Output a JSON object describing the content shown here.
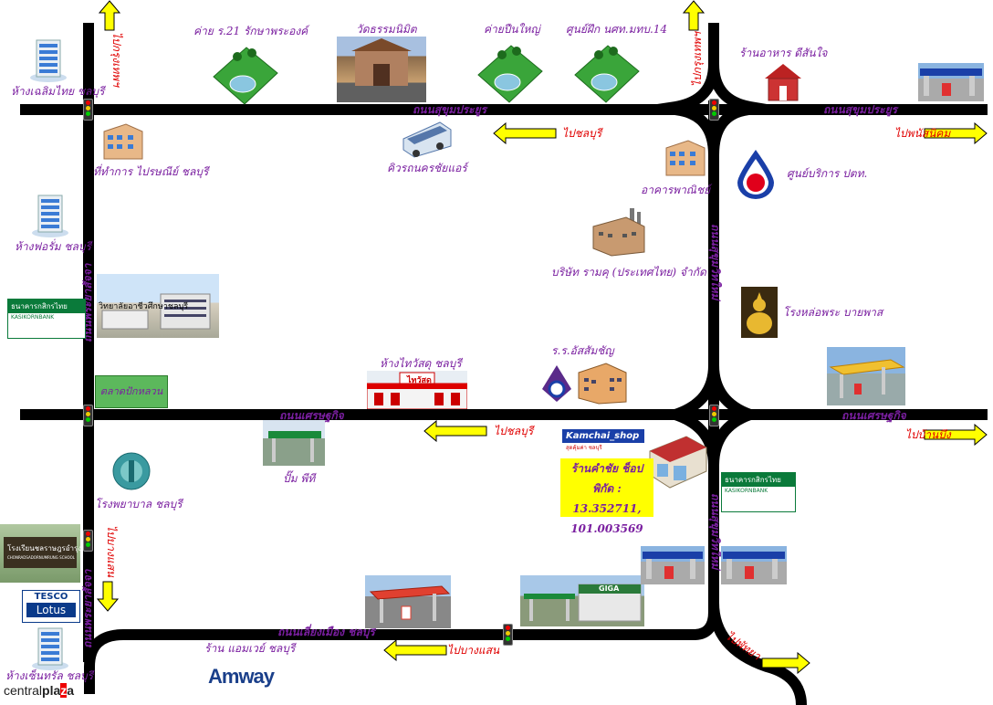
{
  "roads": {
    "sukhumvit_top_left": "ถนนสุขุมประยูร",
    "sukhumvit_top_right": "ถนนสุขุมประยูร",
    "setthakit_mid": "ถนนเศรษฐกิจ",
    "setthakit_right": "ถนนเศรษฐกิจ",
    "left_vertical_upper": "ถนนพระยาสัจจา",
    "left_vertical_lower": "ถนนพระยาสัจจา",
    "right_vertical_upper": "ถนนสุขุมวิทใหม่",
    "right_vertical_lower": "ถนนสุขุมวิทใหม่",
    "bottom": "ถนนเลี่ยงเมือง ชลบุรี"
  },
  "directions": {
    "to_bangkok_left": "ไปกรุงเทพฯ",
    "to_bangkok_right": "ไปกรุงเทพฯ",
    "to_chonburi_top": "ไปชลบุรี",
    "to_phanat": "ไปพนัสนิคม",
    "to_chonburi_mid": "ไปชลบุรี",
    "to_ban_bueng": "ไปบ้านบึง",
    "to_bangsaen_left": "ไปบางแสน",
    "to_bangsaen_bottom": "ไปบางแสน",
    "to_pattaya": "ไปพัทยา"
  },
  "places": {
    "dept_store_tl": "ห้างเฉลิมไทย ชลบุรี",
    "army_camp": "ค่าย ร.21 รักษาพระองค์",
    "temple": "วัดธรรมนิมิต",
    "prison": "ค่ายปืนใหญ่",
    "training_center": "ศูนย์ฝึก นศท.มทบ.14",
    "restaurant": "ร้านอาหาร ดีสันใจ",
    "post_office": "ที่ทำการ ไปรษณีย์ ชลบุรี",
    "bus_queue": "คิวรถนครชัยแอร์",
    "commercial_bldg": "อาคารพาณิชย์",
    "ptt_center": "ศูนย์บริการ ปตท.",
    "dept_store_l": "ห้างฟอรั่ม ชลบุรี",
    "factory": "บริษัท รามคุ (ประเทศไทย) จำกัด",
    "college_sign": "วิทยาลัยอาชีวศึกษาชลบุรี",
    "kbank_top": "ธนาคารกสิกรไทย",
    "kbank_sub": "KASIKORNBANK",
    "buddha_foundry": "โรงหล่อพระ บายพาส",
    "market": "ตลาดปักหลวน",
    "thai_watsadu": "ห้างไทวัสดุ ชลบุรี",
    "thai_watsadu_sign": "ไทวัสดุ",
    "school": "ร.ร.อัสสัมชัญ",
    "pump_ptt": "ปั๊ม พีที",
    "hospital": "โรงพยาบาล ชลบุรี",
    "shop_name": "ร้านคำชัย ช็อป",
    "shop_logo": "Kamchai_shop",
    "shop_logo_sub": "สุดคุ้มค่า ชลบุรี",
    "coords_line1": "พิกัด : 13.352711,",
    "coords_line2": "101.003569",
    "school2_sign": "โรงเรียนชลราษฎรอำรุง",
    "school2_sign_sub": "CHONRADSADORNUMRUNG SCHOOL",
    "tesco_1": "TESCO",
    "tesco_2": "Lotus",
    "central_store": "ห้างเซ็นทรัล ชลบุรี",
    "central_logo_a": "central",
    "central_logo_b": "pla",
    "central_logo_c": "z",
    "central_logo_d": "a",
    "amway_shop": "ร้าน แอมเวย์ ชลบุรี",
    "amway_logo": "Amway",
    "gas_sign": "GIGA"
  },
  "colors": {
    "road": "#000000",
    "label": "#7a1fa0",
    "direction": "#e00000",
    "arrow_fill": "#ffff00",
    "info_box": "#ffff00",
    "kbank": "#0a7a3a",
    "ptt_blue": "#1a3fa8",
    "ptt_red": "#e0001b"
  }
}
